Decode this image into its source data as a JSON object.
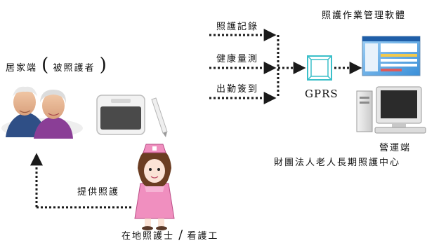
{
  "home_side": {
    "title": "居家端",
    "subtitle": "被照護者",
    "paren_open": "(",
    "paren_close": ")"
  },
  "flows": [
    "照護記錄",
    "健康量測",
    "出勤簽到"
  ],
  "gprs_label": "GPRS",
  "software_label": "照護作業管理軟體",
  "management": {
    "label": "營運端",
    "org": "財團法人老人長期照護中心"
  },
  "provide_care_label": "提供照護",
  "caregiver": {
    "label_part1": "在地照護士",
    "separator": "/",
    "label_part2": "看護工"
  },
  "colors": {
    "arrow": "#1a1a1a",
    "gprs_border": "#3bbfc9",
    "nurse_pink": "#f08fbf",
    "screen_blue": "#3a8fd8"
  }
}
